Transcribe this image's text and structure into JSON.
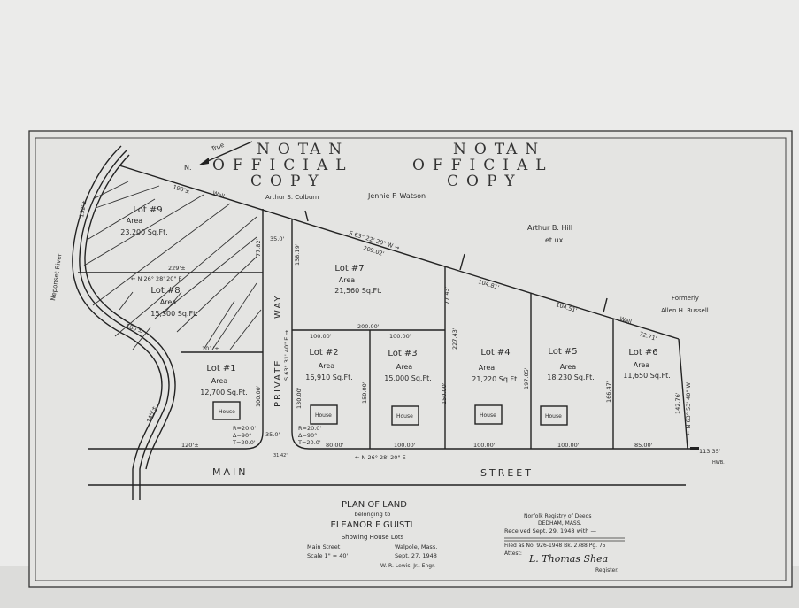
{
  "watermark": {
    "line1": "NOT",
    "line2": "AN",
    "line3": "OFFICIAL",
    "line4": "COPY"
  },
  "north": {
    "label": "N.",
    "true_label": "True"
  },
  "abutters": {
    "top_left": "Arthur S. Colburn",
    "top_center": "Jennie F. Watson",
    "top_right_1": "Arthur B. Hill",
    "top_right_2": "et ux",
    "right_1": "Formerly",
    "right_2": "Allen H. Russell",
    "river": "Neponset River"
  },
  "lots": [
    {
      "name": "Lot #1",
      "area_label": "Area",
      "area": "12,700 Sq.Ft.",
      "house": "House"
    },
    {
      "name": "Lot #2",
      "area_label": "Area",
      "area": "16,910 Sq.Ft.",
      "house": "House"
    },
    {
      "name": "Lot #3",
      "area_label": "Area",
      "area": "15,000 Sq.Ft.",
      "house": "House"
    },
    {
      "name": "Lot #4",
      "area_label": "Area",
      "area": "21,220 Sq.Ft.",
      "house": "House"
    },
    {
      "name": "Lot #5",
      "area_label": "Area",
      "area": "18,230 Sq.Ft.",
      "house": "House"
    },
    {
      "name": "Lot #6",
      "area_label": "Area",
      "area": "11,650 Sq.Ft."
    },
    {
      "name": "Lot #7",
      "area_label": "Area",
      "area": "21,560 Sq.Ft."
    },
    {
      "name": "Lot #8",
      "area_label": "Area",
      "area": "15,500 Sq.Ft."
    },
    {
      "name": "Lot #9",
      "area_label": "Area",
      "area": "23,200 Sq.Ft."
    }
  ],
  "dimensions": {
    "d190": "190'±",
    "wall": "Wall",
    "d152": "152'±",
    "d229": "229'±",
    "bearing_lot8": "← N 26° 28' 20\" E",
    "d180": "180'±",
    "d101": "101'±",
    "d145": "145'±",
    "d120": "120'±",
    "d77_82": "77.82'",
    "d35_top": "35.0'",
    "d138_19": "138.19'",
    "bearing_way": "S 63° 31' 40\" E →",
    "d100_lot1": "100.00'",
    "d35_bottom": "35.0'",
    "curve1": "R=20.0'",
    "curve2": "Δ=90°",
    "curve3": "T=20.0'",
    "curve4": "R=20.0'",
    "curve5": "Δ=90°",
    "curve6": "T=20.0'",
    "arc": "31.42'",
    "d130": "130.00'",
    "d150_a": "150.00'",
    "d150_b": "150.00'",
    "d80": "80.00'",
    "d100_3": "100.00'",
    "d100_4": "100.00'",
    "d100_5": "100.00'",
    "d85": "85.00'",
    "d113": "113.35'",
    "hwb": "HWB.",
    "bearing_main": "← N 26° 28' 20\" E",
    "bearing_top": "S 63° 22' 20\" W →",
    "d209": "209.02'",
    "d200": "200.00'",
    "d100_7a": "100.00'",
    "d100_7b": "100.00'",
    "d77_43": "77.43'",
    "d227_43": "227.43'",
    "d104_81": "104.81'",
    "d104_51": "104.51'",
    "wall2": "Wall",
    "d72_71": "72.71'",
    "d197": "197.05'",
    "d166": "166.47'",
    "d142": "142.76'",
    "bearing_right": "← N 63° 53' 40\" W"
  },
  "streets": {
    "private_way_1": "PRIVATE",
    "private_way_2": "WAY",
    "main_1": "MAIN",
    "main_2": "STREET"
  },
  "title_block": {
    "l1": "PLAN OF LAND",
    "l2": "belonging to",
    "l3": "ELEANOR F GUISTI",
    "l4": "Showing House Lots",
    "l5a": "Main Street",
    "l5b": "Walpole, Mass.",
    "l6a": "Scale 1\" = 40'",
    "l6b": "Sept. 27, 1948",
    "l7": "W. R. Lewis, Jr., Engr."
  },
  "registry": {
    "l1": "Norfolk Registry of Deeds",
    "l2": "DEDHAM, MASS.",
    "received": "Received Sept. 29, 1948 with —",
    "filed": "Filed as No. 926-1948 Bk. 2788 Pg. 75",
    "attest": "Attest:",
    "signature": "L. Thomas Shea",
    "register": "Register."
  }
}
